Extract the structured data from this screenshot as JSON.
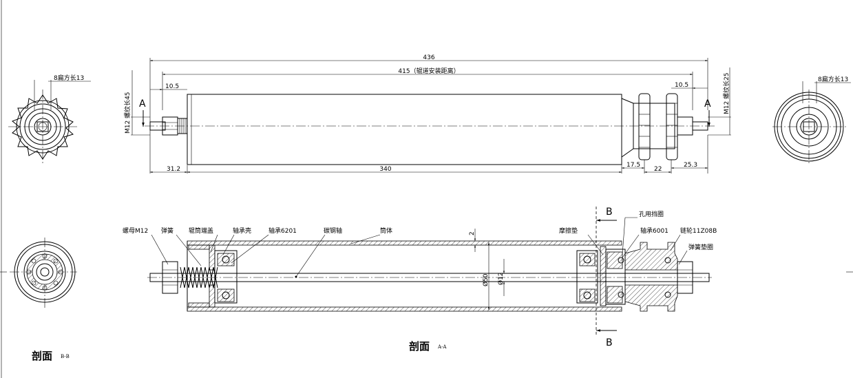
{
  "dimensions": {
    "overall": "436",
    "rail_distance": "415（辊道安装距离）",
    "left_offset": "10.5",
    "right_offset": "10.5",
    "left_thread": "M12 螺纹长45",
    "right_thread": "M12 螺纹长25",
    "bottom_left": "31.2",
    "tube_length": "340",
    "bottom_r1": "17.5",
    "bottom_r2": "22",
    "bottom_r3": "25.3",
    "wall": "2",
    "diameter_tube": "Ø50",
    "diameter_shaft": "Ø12"
  },
  "end_views": {
    "left_flat": "8扁方长13",
    "right_flat": "8扁方长13"
  },
  "section_marks": {
    "a": "A",
    "b": "B"
  },
  "callouts": {
    "nut": "螺母M12",
    "spring": "弹簧",
    "end_cap": "辊筒端盖",
    "bearing_housing": "轴承壳",
    "bearing_6201": "轴承6201",
    "shaft": "碳钢轴",
    "tube": "筒体",
    "friction_pad": "摩擦垫",
    "circlip": "孔用挡圈",
    "bearing_6001": "轴承6001",
    "sprocket": "链轮11Z08B",
    "spring_washer": "弹簧垫圈"
  },
  "titles": {
    "section_bb": "剖面",
    "section_bb_suffix": "B-B",
    "section_aa": "剖面",
    "section_aa_suffix": "A-A"
  }
}
